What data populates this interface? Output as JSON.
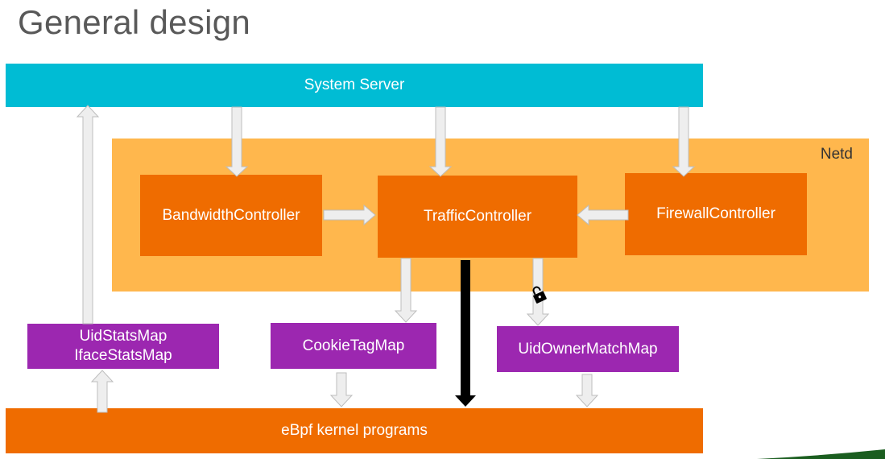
{
  "title": "General design",
  "system_server": "System Server",
  "netd": {
    "label": "Netd",
    "bandwidth_controller": "BandwidthController",
    "traffic_controller": "TrafficController",
    "firewall_controller": "FirewallController"
  },
  "maps": {
    "uid_stats_map": "UidStatsMap",
    "iface_stats_map": "IfaceStatsMap",
    "cookie_tag_map": "CookieTagMap",
    "uid_owner_match_map": "UidOwnerMatchMap"
  },
  "ebpf": "eBpf kernel programs",
  "colors": {
    "system_server": "#00bcd4",
    "netd": "#ffb74d",
    "controller": "#ef6c00",
    "map": "#9c27b0",
    "ebpf": "#ef6c00",
    "arrow_fill": "#eeeeee",
    "arrow_stroke": "#bdbdbd",
    "bold_arrow": "#000000"
  },
  "icons": {
    "lock": "lock-icon"
  }
}
